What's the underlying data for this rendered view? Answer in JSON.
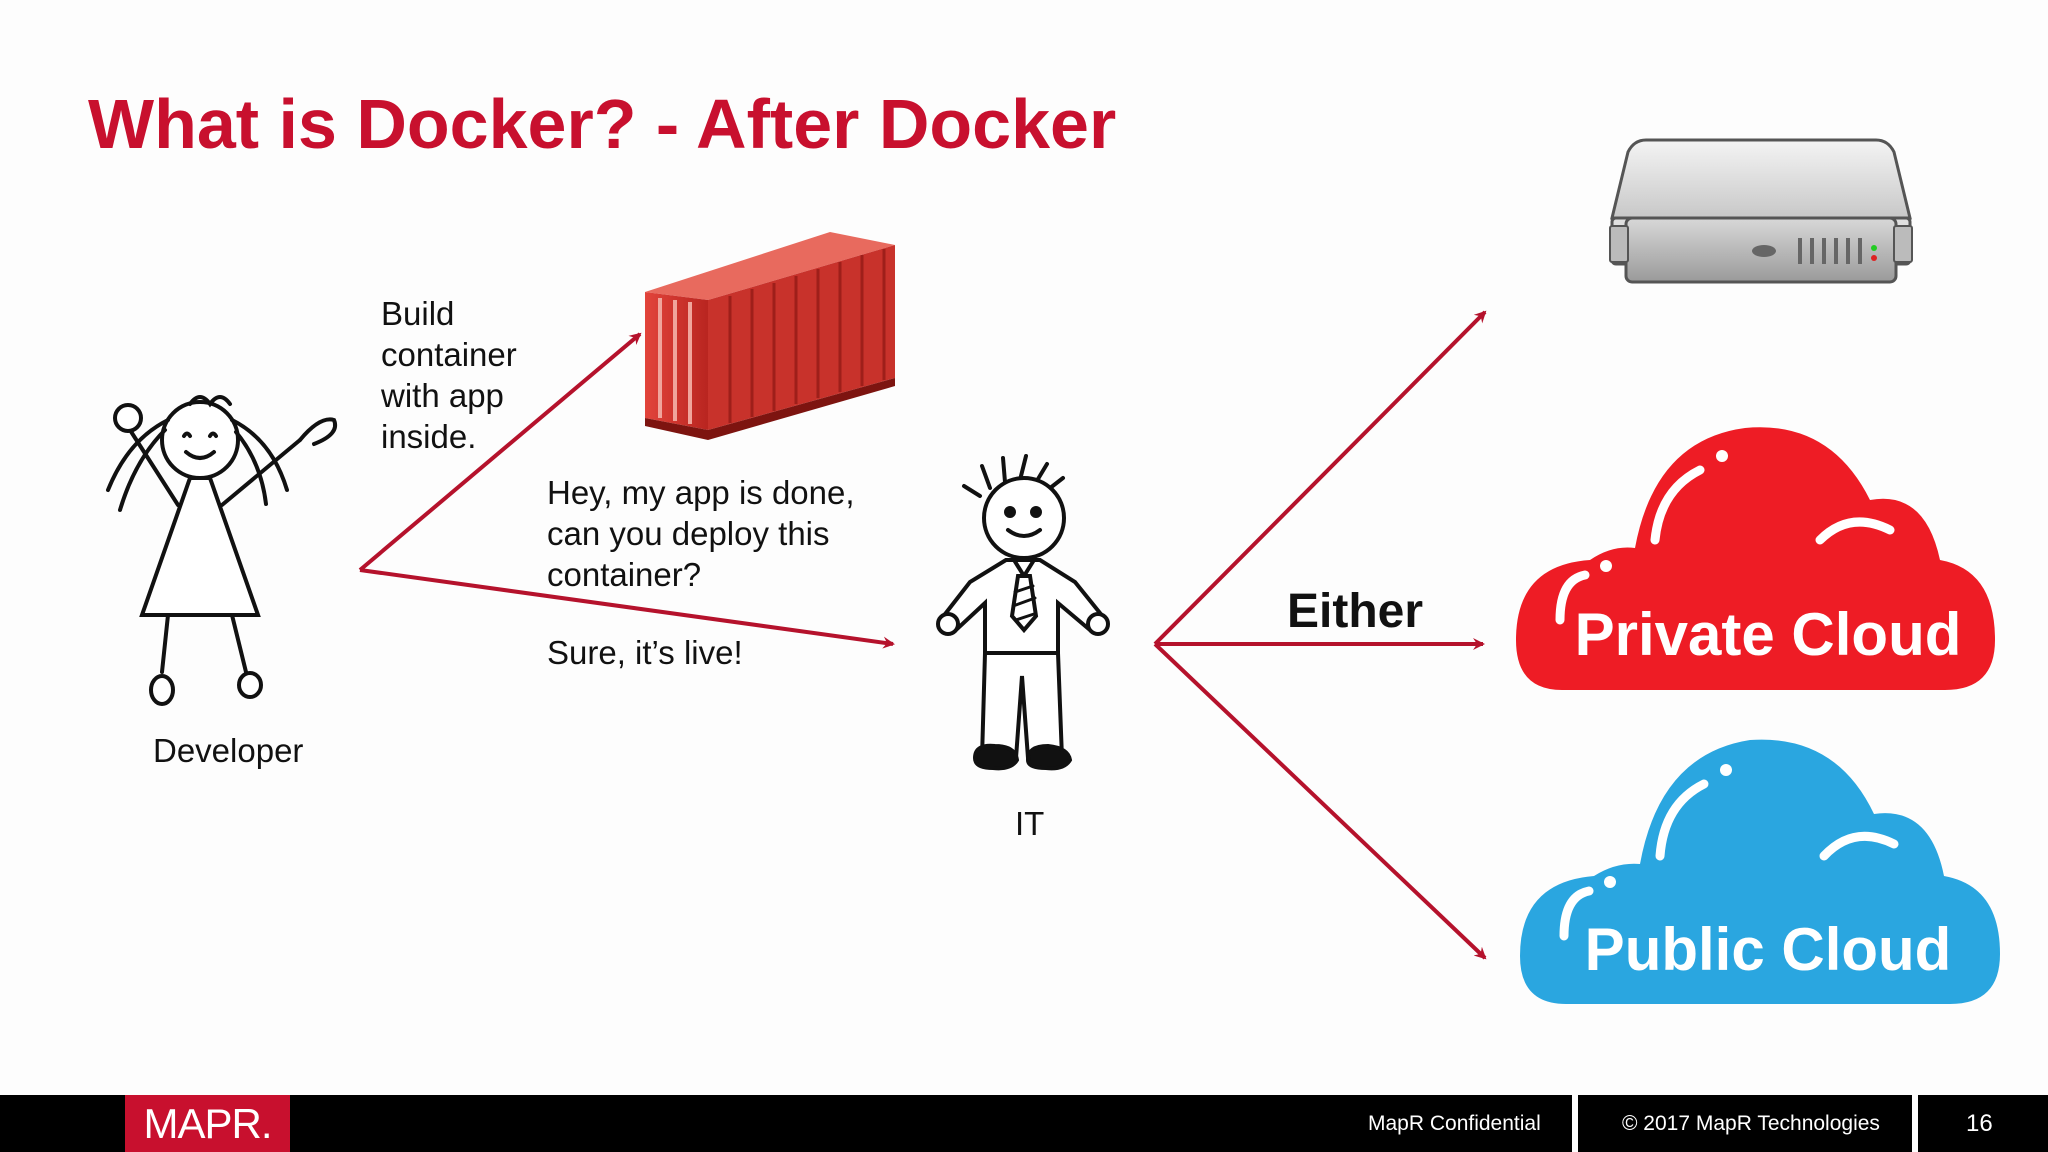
{
  "slide": {
    "title": "What is Docker? - After Docker",
    "page_number": "16"
  },
  "labels": {
    "build_line1": "Build",
    "build_line2": "container",
    "build_line3": "with app",
    "build_line4": "inside.",
    "request_line1": "Hey, my app is done,",
    "request_line2": "can you deploy this",
    "request_line3": "container?",
    "reply": "Sure, it’s live!",
    "developer": "Developer",
    "it": "IT",
    "either": "Either"
  },
  "targets": {
    "private_cloud": "Private Cloud",
    "public_cloud": "Public Cloud"
  },
  "footer": {
    "logo": "MAPR.",
    "confidential": "MapR Confidential",
    "copyright": "© 2017 MapR Technologies"
  },
  "colors": {
    "accent": "#c8102e",
    "arrow": "#b5122c",
    "private_cloud": "#ee1c25",
    "public_cloud": "#2aa6e0",
    "container": "#d9312b"
  }
}
